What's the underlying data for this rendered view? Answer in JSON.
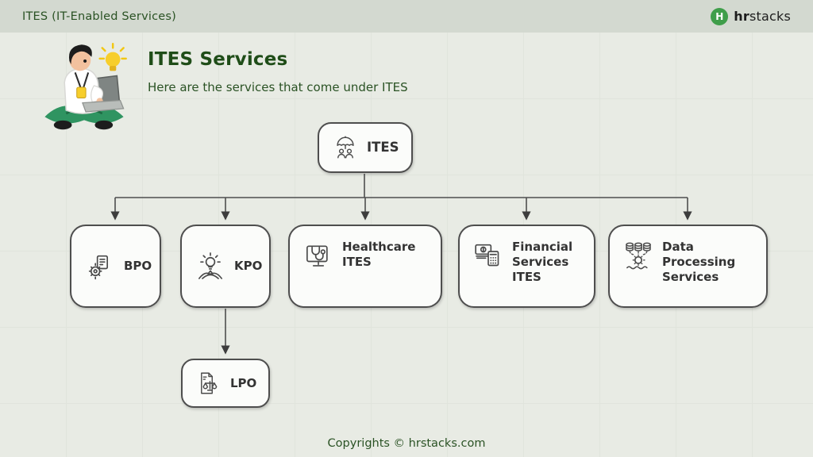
{
  "header": {
    "title": "ITES (IT-Enabled Services)",
    "brand": {
      "icon_letter": "H",
      "bold": "hr",
      "regular": "stacks"
    }
  },
  "intro": {
    "title": "ITES Services",
    "subtitle": "Here are the services that come under ITES"
  },
  "illustration": {
    "name": "person-with-laptop-and-idea-bulb"
  },
  "diagram": {
    "root": {
      "label": "ITES",
      "icon": "umbrella-team-icon"
    },
    "children": [
      {
        "label": "BPO",
        "icon": "gear-document-icon"
      },
      {
        "label": "KPO",
        "icon": "idea-person-icon"
      },
      {
        "label": "Healthcare ITES",
        "icon": "monitor-stethoscope-icon"
      },
      {
        "label": "Financial Services ITES",
        "icon": "money-calculator-icon"
      },
      {
        "label": "Data Processing Services",
        "icon": "database-gear-icon"
      }
    ],
    "grandchildren": [
      {
        "label": "LPO",
        "icon": "legal-document-scales-icon",
        "parent": "KPO"
      }
    ]
  },
  "footer": {
    "copyright": "Copyrights ©  hrstacks.com"
  },
  "colors": {
    "topbar_bg": "#d3d9d0",
    "canvas_bg": "#e8ebe4",
    "dark_green": "#2a5224",
    "logo_green": "#3f9e4a",
    "node_bg": "#fbfcfa",
    "node_border": "#4e4e4e",
    "connector": "#4e4e4e",
    "label_text": "#333333"
  }
}
